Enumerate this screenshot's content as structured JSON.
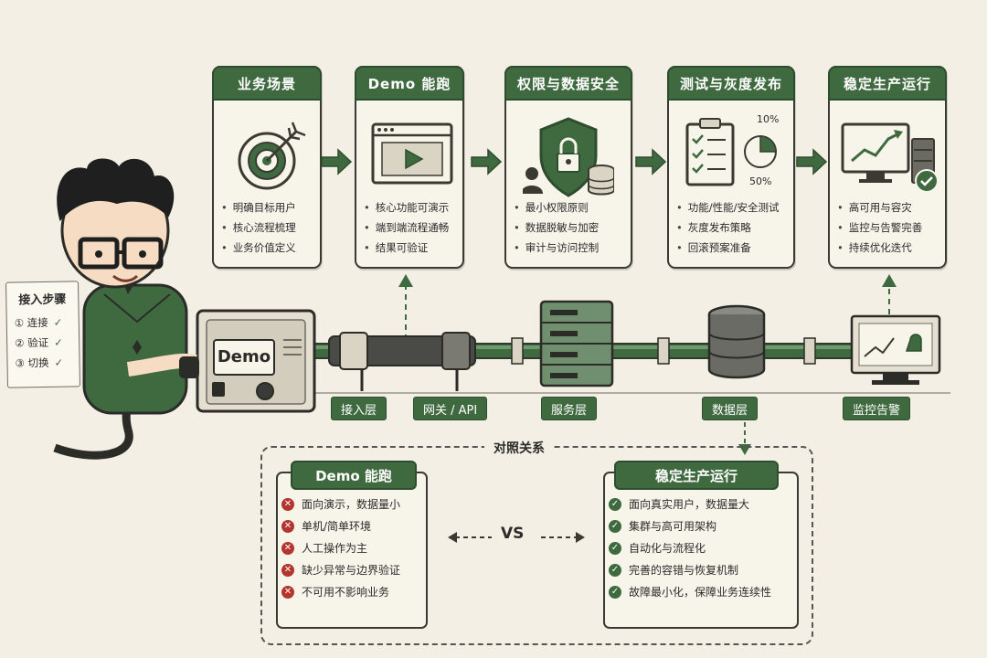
{
  "stages": [
    {
      "title": "业务场景",
      "items": [
        "明确目标用户",
        "核心流程梳理",
        "业务价值定义"
      ]
    },
    {
      "title": "Demo 能跑",
      "items": [
        "核心功能可演示",
        "端到端流程通畅",
        "结果可验证"
      ]
    },
    {
      "title": "权限与数据安全",
      "items": [
        "最小权限原则",
        "数据脱敏与加密",
        "审计与访问控制"
      ]
    },
    {
      "title": "测试与灰度发布",
      "items": [
        "功能/性能/安全测试",
        "灰度发布策略",
        "回滚预案准备"
      ]
    },
    {
      "title": "稳定生产运行",
      "items": [
        "高可用与容灾",
        "监控与告警完善",
        "持续优化迭代"
      ]
    }
  ],
  "rollout": {
    "pct_top": "10%",
    "pct_bottom": "50%"
  },
  "device": {
    "label": "Demo"
  },
  "steps": {
    "title": "接入步骤",
    "items": [
      "① 连接",
      "② 验证",
      "③ 切换"
    ]
  },
  "layers": [
    "接入层",
    "网关 / API",
    "服务层",
    "数据层",
    "监控告警"
  ],
  "compare": {
    "title": "对照关系",
    "vs": "VS",
    "left": {
      "title": "Demo 能跑",
      "items": [
        "面向演示，数据量小",
        "单机/简单环境",
        "人工操作为主",
        "缺少异常与边界验证",
        "不可用不影响业务"
      ]
    },
    "right": {
      "title": "稳定生产运行",
      "items": [
        "面向真实用户，数据量大",
        "集群与高可用架构",
        "自动化与流程化",
        "完善的容错与恢复机制",
        "故障最小化，保障业务连续性"
      ]
    }
  },
  "colors": {
    "accent": "#3f6a3f",
    "negative": "#b3362e",
    "background": "#f3efe4"
  }
}
